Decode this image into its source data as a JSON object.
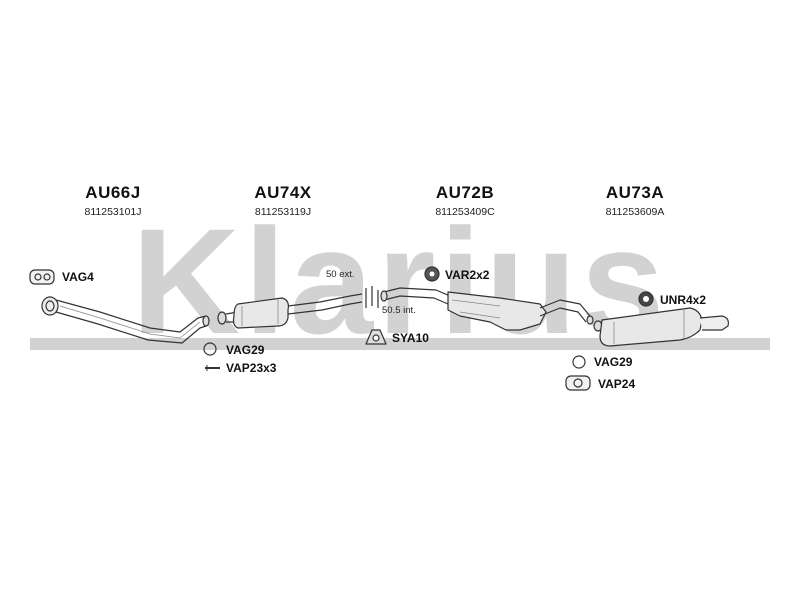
{
  "watermark": {
    "text": "Klarius",
    "color": "#c8c8c8"
  },
  "parts": [
    {
      "code": "AU66J",
      "ref": "811253101J"
    },
    {
      "code": "AU74X",
      "ref": "811253119J"
    },
    {
      "code": "AU72B",
      "ref": "811253409C"
    },
    {
      "code": "AU73A",
      "ref": "811253609A"
    }
  ],
  "accessories": {
    "vag4": "VAG4",
    "vag29_left": "VAG29",
    "vap23x3": "VAP23x3",
    "var2x2": "VAR2x2",
    "sya10": "SYA10",
    "unr4x2": "UNR4x2",
    "vag29_right": "VAG29",
    "vap24": "VAP24"
  },
  "notes": {
    "ext": "50 ext.",
    "int": "50.5 int."
  }
}
